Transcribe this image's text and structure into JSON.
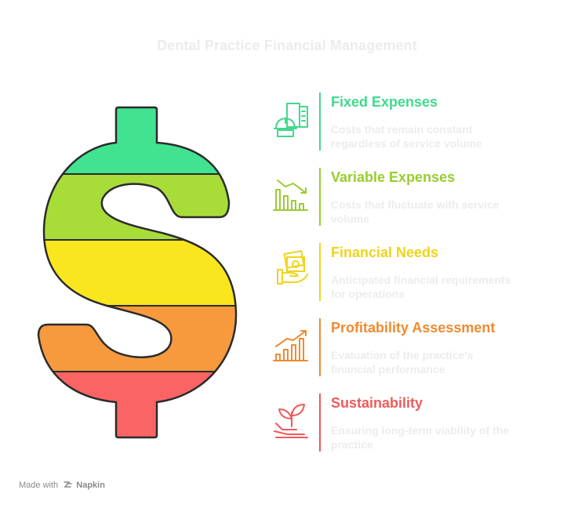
{
  "title": "Dental Practice Financial Management",
  "items": [
    {
      "heading": "Fixed Expenses",
      "description": "Costs that remain constant regardless of service volume",
      "color": "#41d98e",
      "icon": "worker-building-icon"
    },
    {
      "heading": "Variable Expenses",
      "description": "Costs that fluctuate with service volume",
      "color": "#9acc2f",
      "icon": "declining-bar-chart-icon"
    },
    {
      "heading": "Financial Needs",
      "description": "Anticipated financial requirements for operations",
      "color": "#efd41a",
      "icon": "hand-money-icon"
    },
    {
      "heading": "Profitability Assessment",
      "description": "Evaluation of the practice's financial performance",
      "color": "#f08a2f",
      "icon": "rising-bar-chart-icon"
    },
    {
      "heading": "Sustainability",
      "description": "Ensuring long-term viability of the practice",
      "color": "#ef5b5b",
      "icon": "sprout-hand-icon"
    }
  ],
  "dollar_colors": [
    "#41e391",
    "#a8dd39",
    "#fae61e",
    "#f79a3e",
    "#fb6464"
  ],
  "footer": {
    "made_with": "Made with",
    "brand": "Napkin",
    "logo_icon": "napkin-logo-icon"
  }
}
